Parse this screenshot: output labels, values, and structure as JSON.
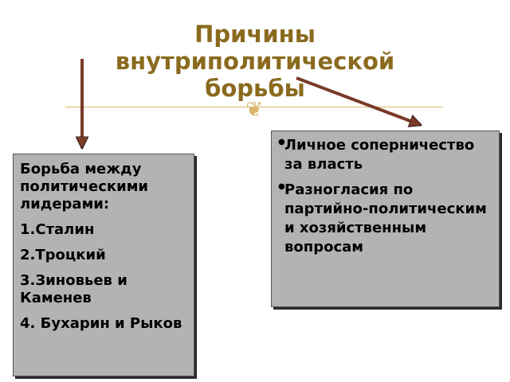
{
  "title": {
    "line1": "Причины",
    "line2": "внутриполитической",
    "line3": "борьбы"
  },
  "ornament_icon": "scroll-ornament-icon",
  "colors": {
    "title": "#8a6a1e",
    "arrow": "#7a3a28",
    "box_fill": "#b3b3b3",
    "rule": "#d9b56a"
  },
  "left_box": {
    "heading": "Борьба между политическими лидерами:",
    "items": [
      "1.Сталин",
      "2.Троцкий",
      "3.Зиновьев и Каменев",
      "4. Бухарин и Рыков"
    ]
  },
  "right_box": {
    "bullets": [
      "Личное соперничество за власть",
      "Разногласия по партийно-политическим и хозяйственным вопросам"
    ]
  }
}
